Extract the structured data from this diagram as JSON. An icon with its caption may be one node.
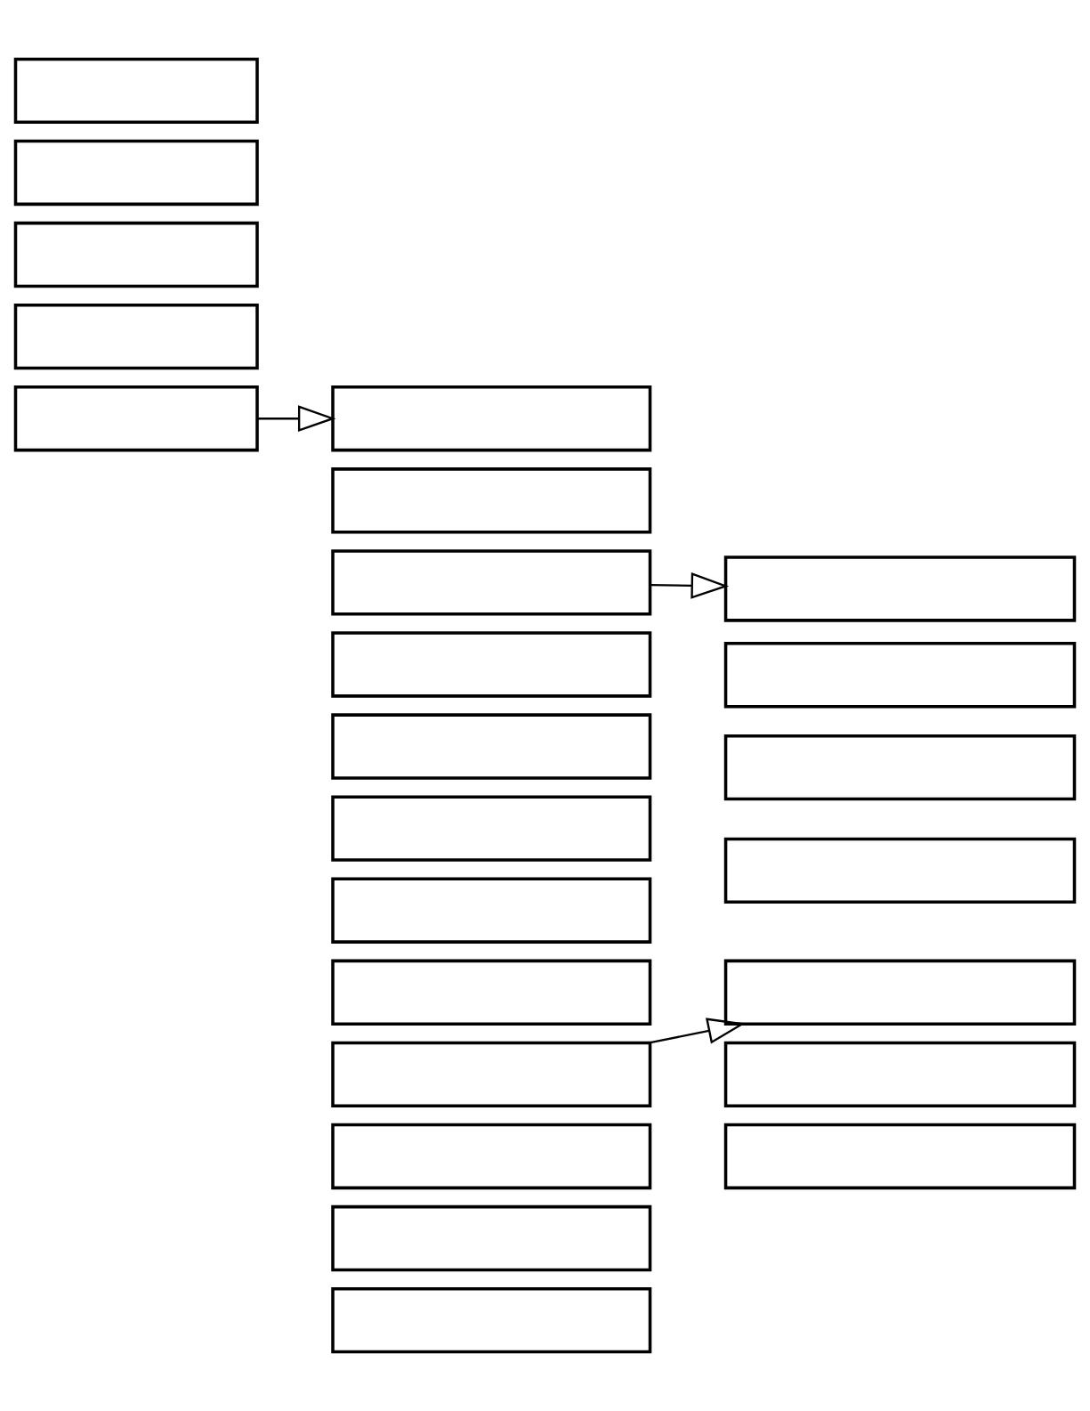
{
  "diagram": {
    "nodes": [
      {
        "text": [],
        "shape": "box"
      },
      {
        "text": [],
        "shape": "box"
      },
      {
        "text": [],
        "shape": "box"
      },
      {
        "text": [],
        "shape": "box"
      },
      {
        "text": [],
        "shape": "box"
      },
      {
        "text": [],
        "shape": "box"
      },
      {
        "text": [],
        "shape": "box"
      },
      {
        "text": [],
        "shape": "box"
      },
      {
        "text": [],
        "shape": "box"
      },
      {
        "text": [],
        "shape": "box"
      },
      {
        "text": [],
        "shape": "box"
      },
      {
        "text": [],
        "shape": "box"
      },
      {
        "text": [],
        "shape": "box"
      },
      {
        "text": [],
        "shape": "box"
      },
      {
        "text": [],
        "shape": "box"
      },
      {
        "text": [],
        "shape": "box"
      },
      {
        "text": [],
        "shape": "box"
      },
      {
        "text": [],
        "shape": "box"
      },
      {
        "text": [],
        "shape": "box"
      },
      {
        "text": [],
        "shape": "box"
      },
      {
        "text": [],
        "shape": "box"
      },
      {
        "text": [],
        "shape": "box"
      },
      {
        "text": [],
        "shape": "box"
      },
      {
        "text": [],
        "shape": "box"
      }
    ],
    "edges": [
      {
        "from": 4,
        "to": 5,
        "arrow": "to"
      },
      {
        "from": 7,
        "to": 17,
        "arrow": "to"
      },
      {
        "from": 13,
        "to": 21,
        "arrow": "to"
      }
    ]
  }
}
